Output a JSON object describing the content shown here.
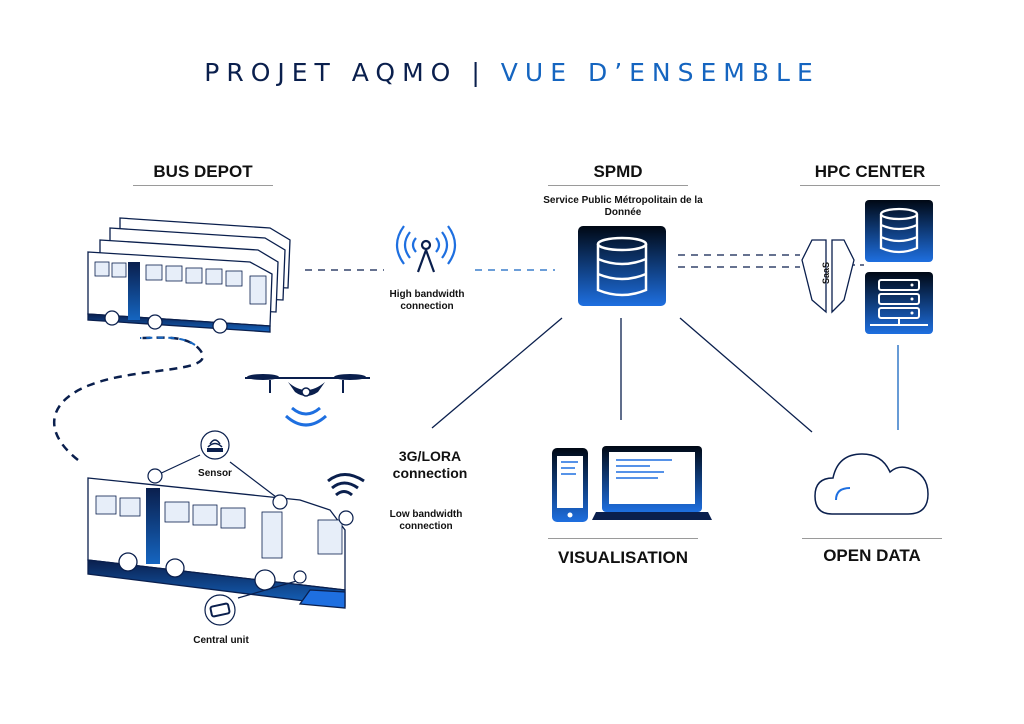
{
  "title": {
    "left": "PROJET AQMO",
    "separator": "|",
    "right": "VUE D’ENSEMBLE"
  },
  "nodes": {
    "bus_depot": "BUS DEPOT",
    "spmd": "SPMD",
    "spmd_sub": "Service Public Métropolitain de la Donnée",
    "hpc_center": "HPC CENTER",
    "visualisation": "VISUALISATION",
    "open_data": "OPEN DATA"
  },
  "connections": {
    "high_bandwidth": "High bandwidth connection",
    "lora": "3G/LORA connection",
    "low_bandwidth": "Low bandwidth connection"
  },
  "bus_parts": {
    "sensor": "Sensor",
    "central_unit": "Central unit"
  },
  "saas": "SaaS",
  "colors": {
    "navy": "#0a1f4d",
    "blue": "#1565c0",
    "gradient_light": "#1e6fe0"
  },
  "icons": [
    "database-icon",
    "server-icon",
    "antenna-icon",
    "drone-icon",
    "wifi-icon",
    "cloud-icon",
    "phone-icon",
    "monitor-icon",
    "saas-gateway-icon"
  ]
}
